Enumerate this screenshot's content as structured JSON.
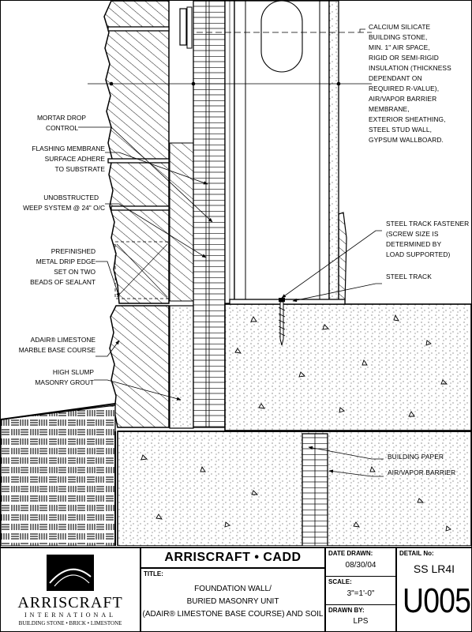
{
  "labels": {
    "top_right": [
      "CALCIUM SILICATE",
      "BUILDING STONE,",
      "MIN. 1\" AIR SPACE,",
      "RIGID OR SEMI-RIGID",
      "INSULATION (THICKNESS",
      "DEPENDANT ON",
      "REQUIRED R-VALUE),",
      "AIR/VAPOR BARRIER",
      "MEMBRANE,",
      "EXTERIOR SHEATHING,",
      "STEEL STUD WALL,",
      "GYPSUM WALLBOARD."
    ],
    "mortar_drop": [
      "MORTAR DROP",
      "CONTROL"
    ],
    "flashing": [
      "FLASHING MEMBRANE",
      "SURFACE ADHERE",
      "TO SUBSTRATE"
    ],
    "weep": [
      "UNOBSTRUCTED",
      "WEEP SYSTEM @ 24\" O/C"
    ],
    "drip_edge": [
      "PREFINISHED",
      "METAL DRIP EDGE",
      "SET ON TWO",
      "BEADS OF SEALANT"
    ],
    "limestone": [
      "ADAIR® LIMESTONE",
      "MARBLE BASE COURSE"
    ],
    "grout": [
      "HIGH SLUMP",
      "MASONRY GROUT"
    ],
    "track_fastener": [
      "STEEL TRACK FASTENER",
      "(SCREW SIZE IS",
      "DETERMINED BY",
      "LOAD SUPPORTED)"
    ],
    "steel_track": [
      "STEEL TRACK"
    ],
    "building_paper": [
      "BUILDING PAPER"
    ],
    "air_vapor": [
      "AIR/VAPOR BARRIER"
    ]
  },
  "title_block": {
    "logo_name": "ARRISCRAFT",
    "logo_sub": "INTERNATIONAL",
    "logo_tagline": "BUILDING STONE • BRICK • LIMESTONE",
    "company": "ARRISCRAFT • CADD",
    "title_label": "TITLE:",
    "title_lines": [
      "FOUNDATION WALL/",
      "BURIED MASONRY UNIT",
      "(ADAIR® LIMESTONE BASE COURSE) AND SOIL"
    ],
    "date_label": "DATE DRAWN:",
    "date_value": "08/30/04",
    "scale_label": "SCALE:",
    "scale_value": "3\"=1'-0\"",
    "drawn_label": "DRAWN BY:",
    "drawn_value": "LPS",
    "detail_label": "DETAIL No:",
    "detail_value": "SS LR4I",
    "detail_code": "U005"
  }
}
